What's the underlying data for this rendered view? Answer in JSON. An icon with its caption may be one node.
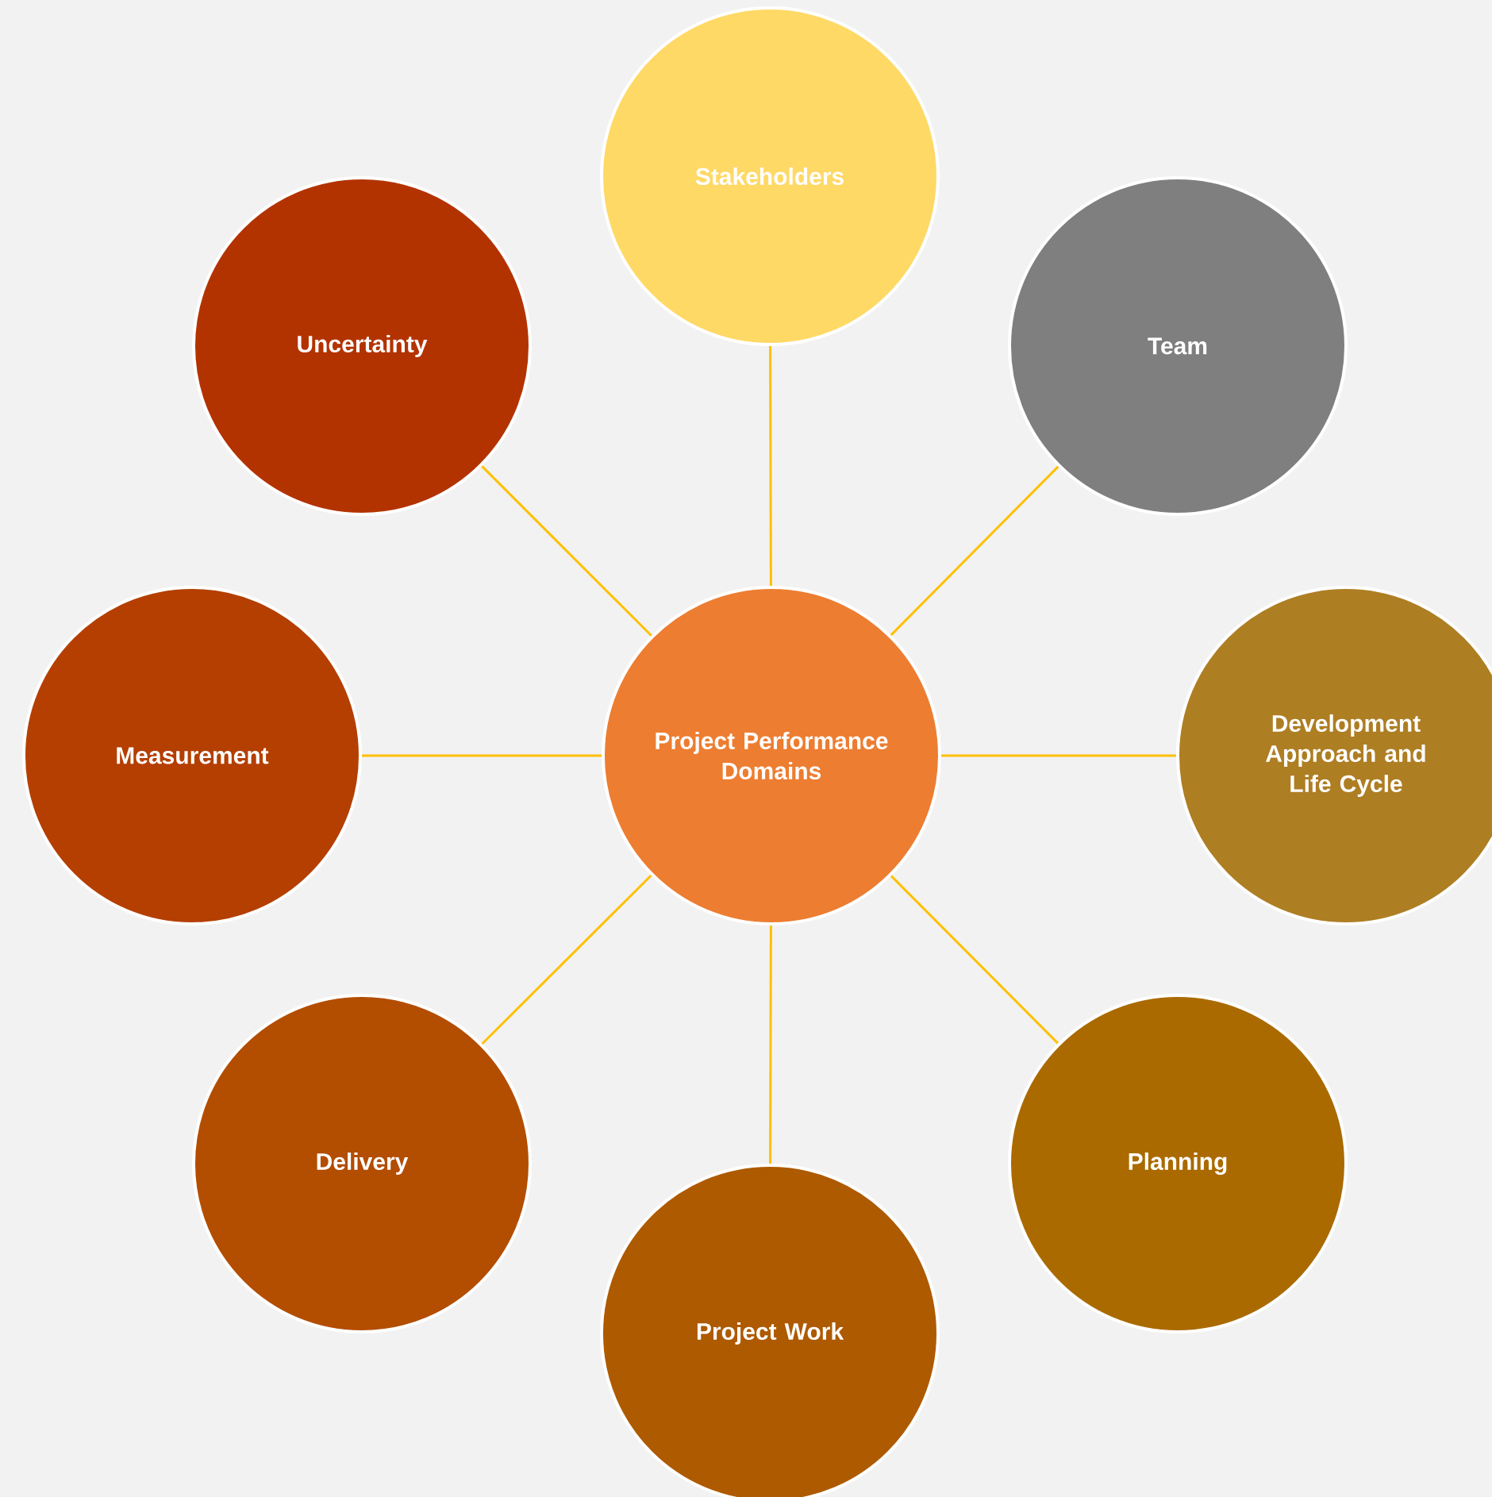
{
  "diagram": {
    "nodes": [
      {
        "text": [
          "Project Performance Domains"
        ]
      },
      {
        "text": [
          "Stakeholders"
        ]
      },
      {
        "text": [
          "Team"
        ]
      },
      {
        "text": [
          "Development Approach and Life Cycle"
        ]
      },
      {
        "text": [
          "Planning"
        ]
      },
      {
        "text": [
          "Project Work"
        ]
      },
      {
        "text": [
          "Delivery"
        ]
      },
      {
        "text": [
          "Measurement"
        ]
      },
      {
        "text": [
          "Uncertainty"
        ]
      }
    ],
    "edges": [
      {
        "from": 0,
        "to": 1,
        "arrow": "none"
      },
      {
        "from": 0,
        "to": 2,
        "arrow": "none"
      },
      {
        "from": 0,
        "to": 3,
        "arrow": "none"
      },
      {
        "from": 0,
        "to": 4,
        "arrow": "none"
      },
      {
        "from": 0,
        "to": 5,
        "arrow": "none"
      },
      {
        "from": 0,
        "to": 6,
        "arrow": "none"
      },
      {
        "from": 0,
        "to": 7,
        "arrow": "none"
      },
      {
        "from": 0,
        "to": 8,
        "arrow": "none"
      }
    ]
  }
}
